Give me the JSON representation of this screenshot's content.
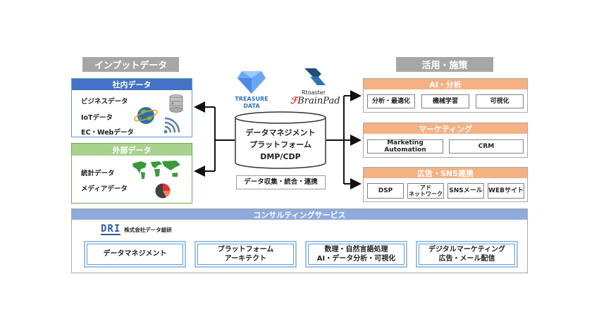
{
  "input": {
    "title": "インプットデータ",
    "internal": {
      "title": "社内データ",
      "items": [
        "ビジネスデータ",
        "IoTデータ",
        "EC・Webデータ"
      ]
    },
    "external": {
      "title": "外部データ",
      "items": [
        "統計データ",
        "メディアデータ"
      ]
    }
  },
  "logos": {
    "treasure_line1": "TREASURE",
    "treasure_line2": "DATA",
    "rtoaster": "Rtoaster",
    "brainpad": "BrainPad"
  },
  "dmp": {
    "lines": [
      "データマネジメント",
      "プラットフォーム",
      "DMP/CDP"
    ],
    "sub": "データ収集・統合・連携"
  },
  "usage": {
    "title": "活用・施策",
    "groups": [
      {
        "title": "AI・分析",
        "items": [
          "分析・最適化",
          "機械学習",
          "可視化"
        ]
      },
      {
        "title": "マーケティング",
        "items": [
          "Marketing Automation",
          "CRM"
        ]
      },
      {
        "title": "広告・SNS連携",
        "items": [
          "DSP",
          "アド\nネットワーク",
          "SNSメール",
          "WEBサイト"
        ]
      }
    ]
  },
  "consulting": {
    "title": "コンサルティングサービス",
    "company": "株式会社データ総研",
    "logo_text": "DRI",
    "boxes": [
      "データマネジメント",
      "プラットフォーム\nアーキテクト",
      "数理・自然言語処理\nAI・データ分析・可視化",
      "デジタルマーケティング\n広告・メール配信"
    ]
  },
  "colors": {
    "blue_header": "#4472c4",
    "green_header": "#70ad47",
    "orange_header": "#f4b183",
    "consult_header": "#8faadc",
    "gray_tag": "#a6a6a6"
  }
}
